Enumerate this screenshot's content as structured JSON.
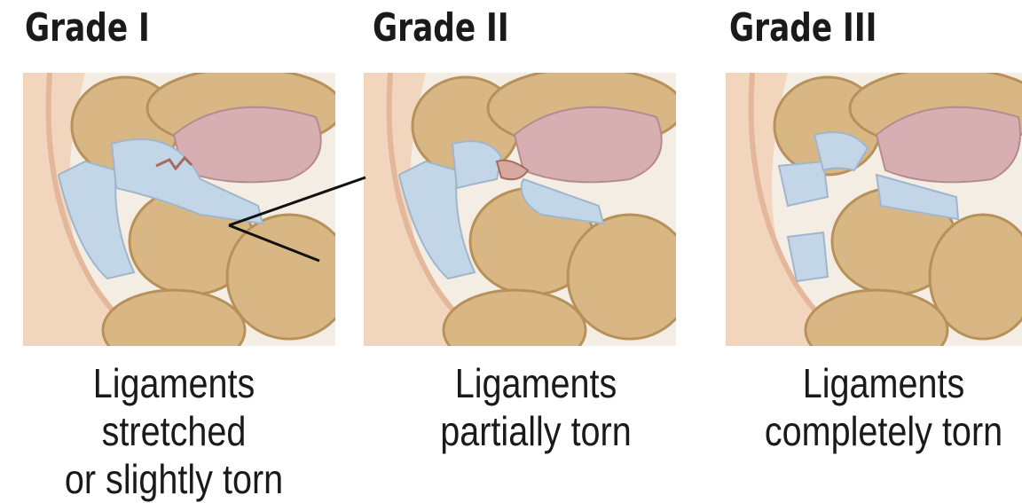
{
  "grades": [
    {
      "title": "Grade I",
      "caption_line1": "Ligaments stretched",
      "caption_line2": "or slightly torn"
    },
    {
      "title": "Grade II",
      "caption_line1": "Ligaments",
      "caption_line2": "partially torn"
    },
    {
      "title": "Grade III",
      "caption_line1": "Ligaments",
      "caption_line2": "completely torn"
    }
  ],
  "colors": {
    "bone": "#d9b784",
    "bone_shadow": "#b8915a",
    "ligament": "#c3d6e8",
    "cartilage": "#d7aeb2",
    "skin": "#f1d5bd",
    "background": "#f4ede4",
    "pointer": "#111111"
  }
}
